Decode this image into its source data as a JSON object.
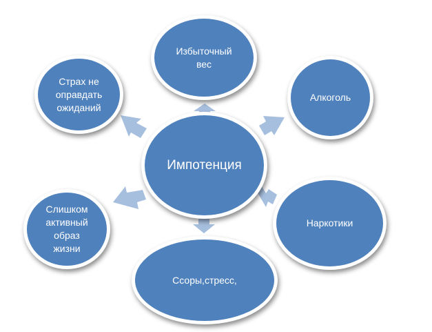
{
  "diagram": {
    "center": "Импотенция",
    "nodes": [
      "Избыточный\nвес",
      "Алкоголь",
      "Наркотики",
      "Ссоры,стресс,",
      "Слишком\nактивный\nобраз\nжизни",
      "Страх не\nоправдать\nожиданий"
    ]
  },
  "colors": {
    "node_fill": "#4f81bd",
    "arrow_fill": "#a7bfde"
  }
}
